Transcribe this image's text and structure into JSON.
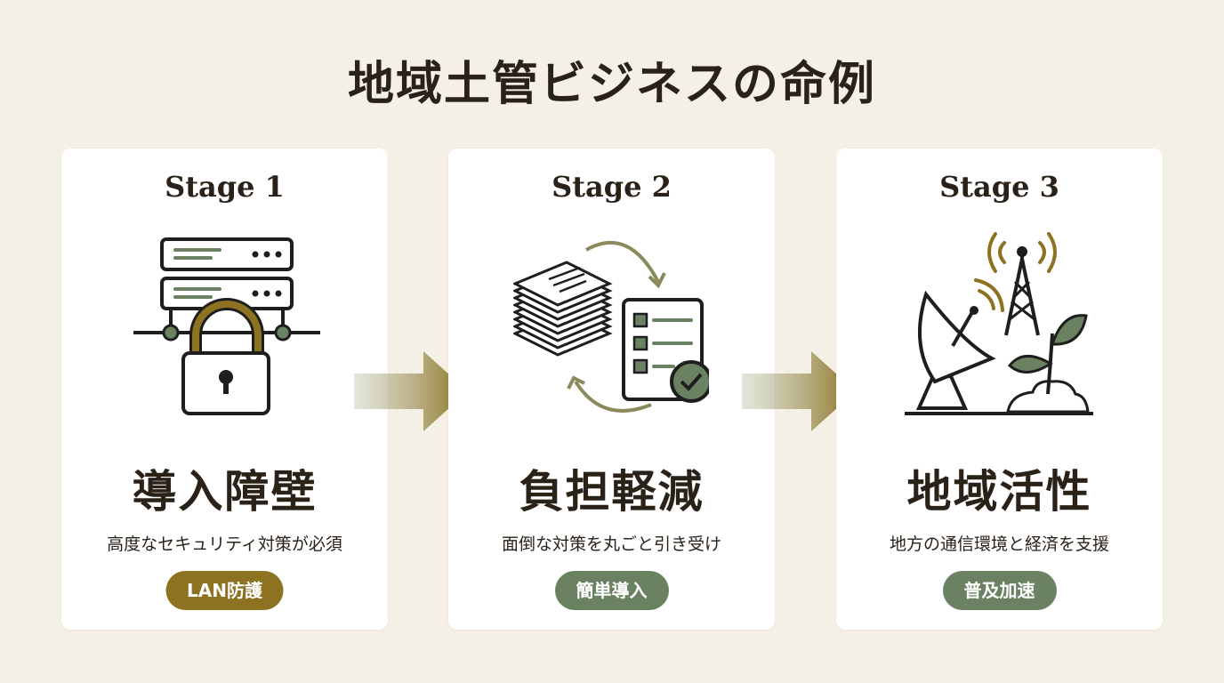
{
  "title": "地域土管ビジネスの命例",
  "colors": {
    "background": "#f4f0e6",
    "gold": "#8d7221",
    "green": "#6b8262",
    "dark": "#2a2219"
  },
  "stages": [
    {
      "stage_label": "Stage 1",
      "heading": "導入障壁",
      "description": "高度なセキュリティ対策が必須",
      "badge": "LAN防護",
      "icon": "server-lock-icon"
    },
    {
      "stage_label": "Stage 2",
      "heading": "負担軽減",
      "description": "面倒な対策を丸ごと引き受け",
      "badge": "簡単導入",
      "icon": "document-checklist-icon"
    },
    {
      "stage_label": "Stage 3",
      "heading": "地域活性",
      "description": "地方の通信環境と経済を支援",
      "badge": "普及加速",
      "icon": "antenna-plant-icon"
    }
  ]
}
